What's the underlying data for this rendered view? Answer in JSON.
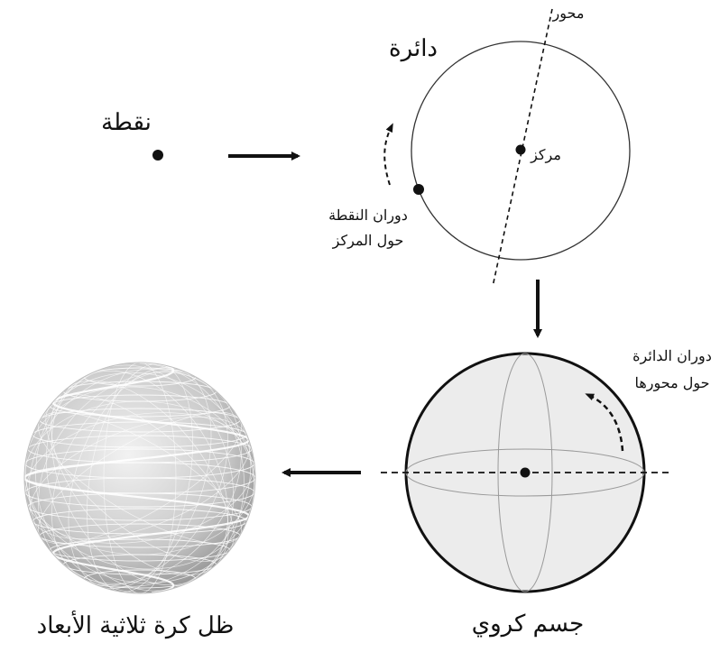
{
  "labels": {
    "point": "نقطة",
    "circle": "دائرة",
    "axis": "محور",
    "center": "مركز",
    "rotation_point_line1": "دوران النقطة",
    "rotation_point_line2": "حول المركز",
    "rotation_circle_line1": "دوران الدائرة",
    "rotation_circle_line2": "حول محورها",
    "sphere_body": "جسم كروي",
    "sphere_shadow": "ظل كرة ثلاثية الأبعاد"
  },
  "colors": {
    "ink": "#111111",
    "sphere_fill": "#ececec",
    "wire": "#ffffff",
    "wire_bg": "#cfcfcf"
  }
}
